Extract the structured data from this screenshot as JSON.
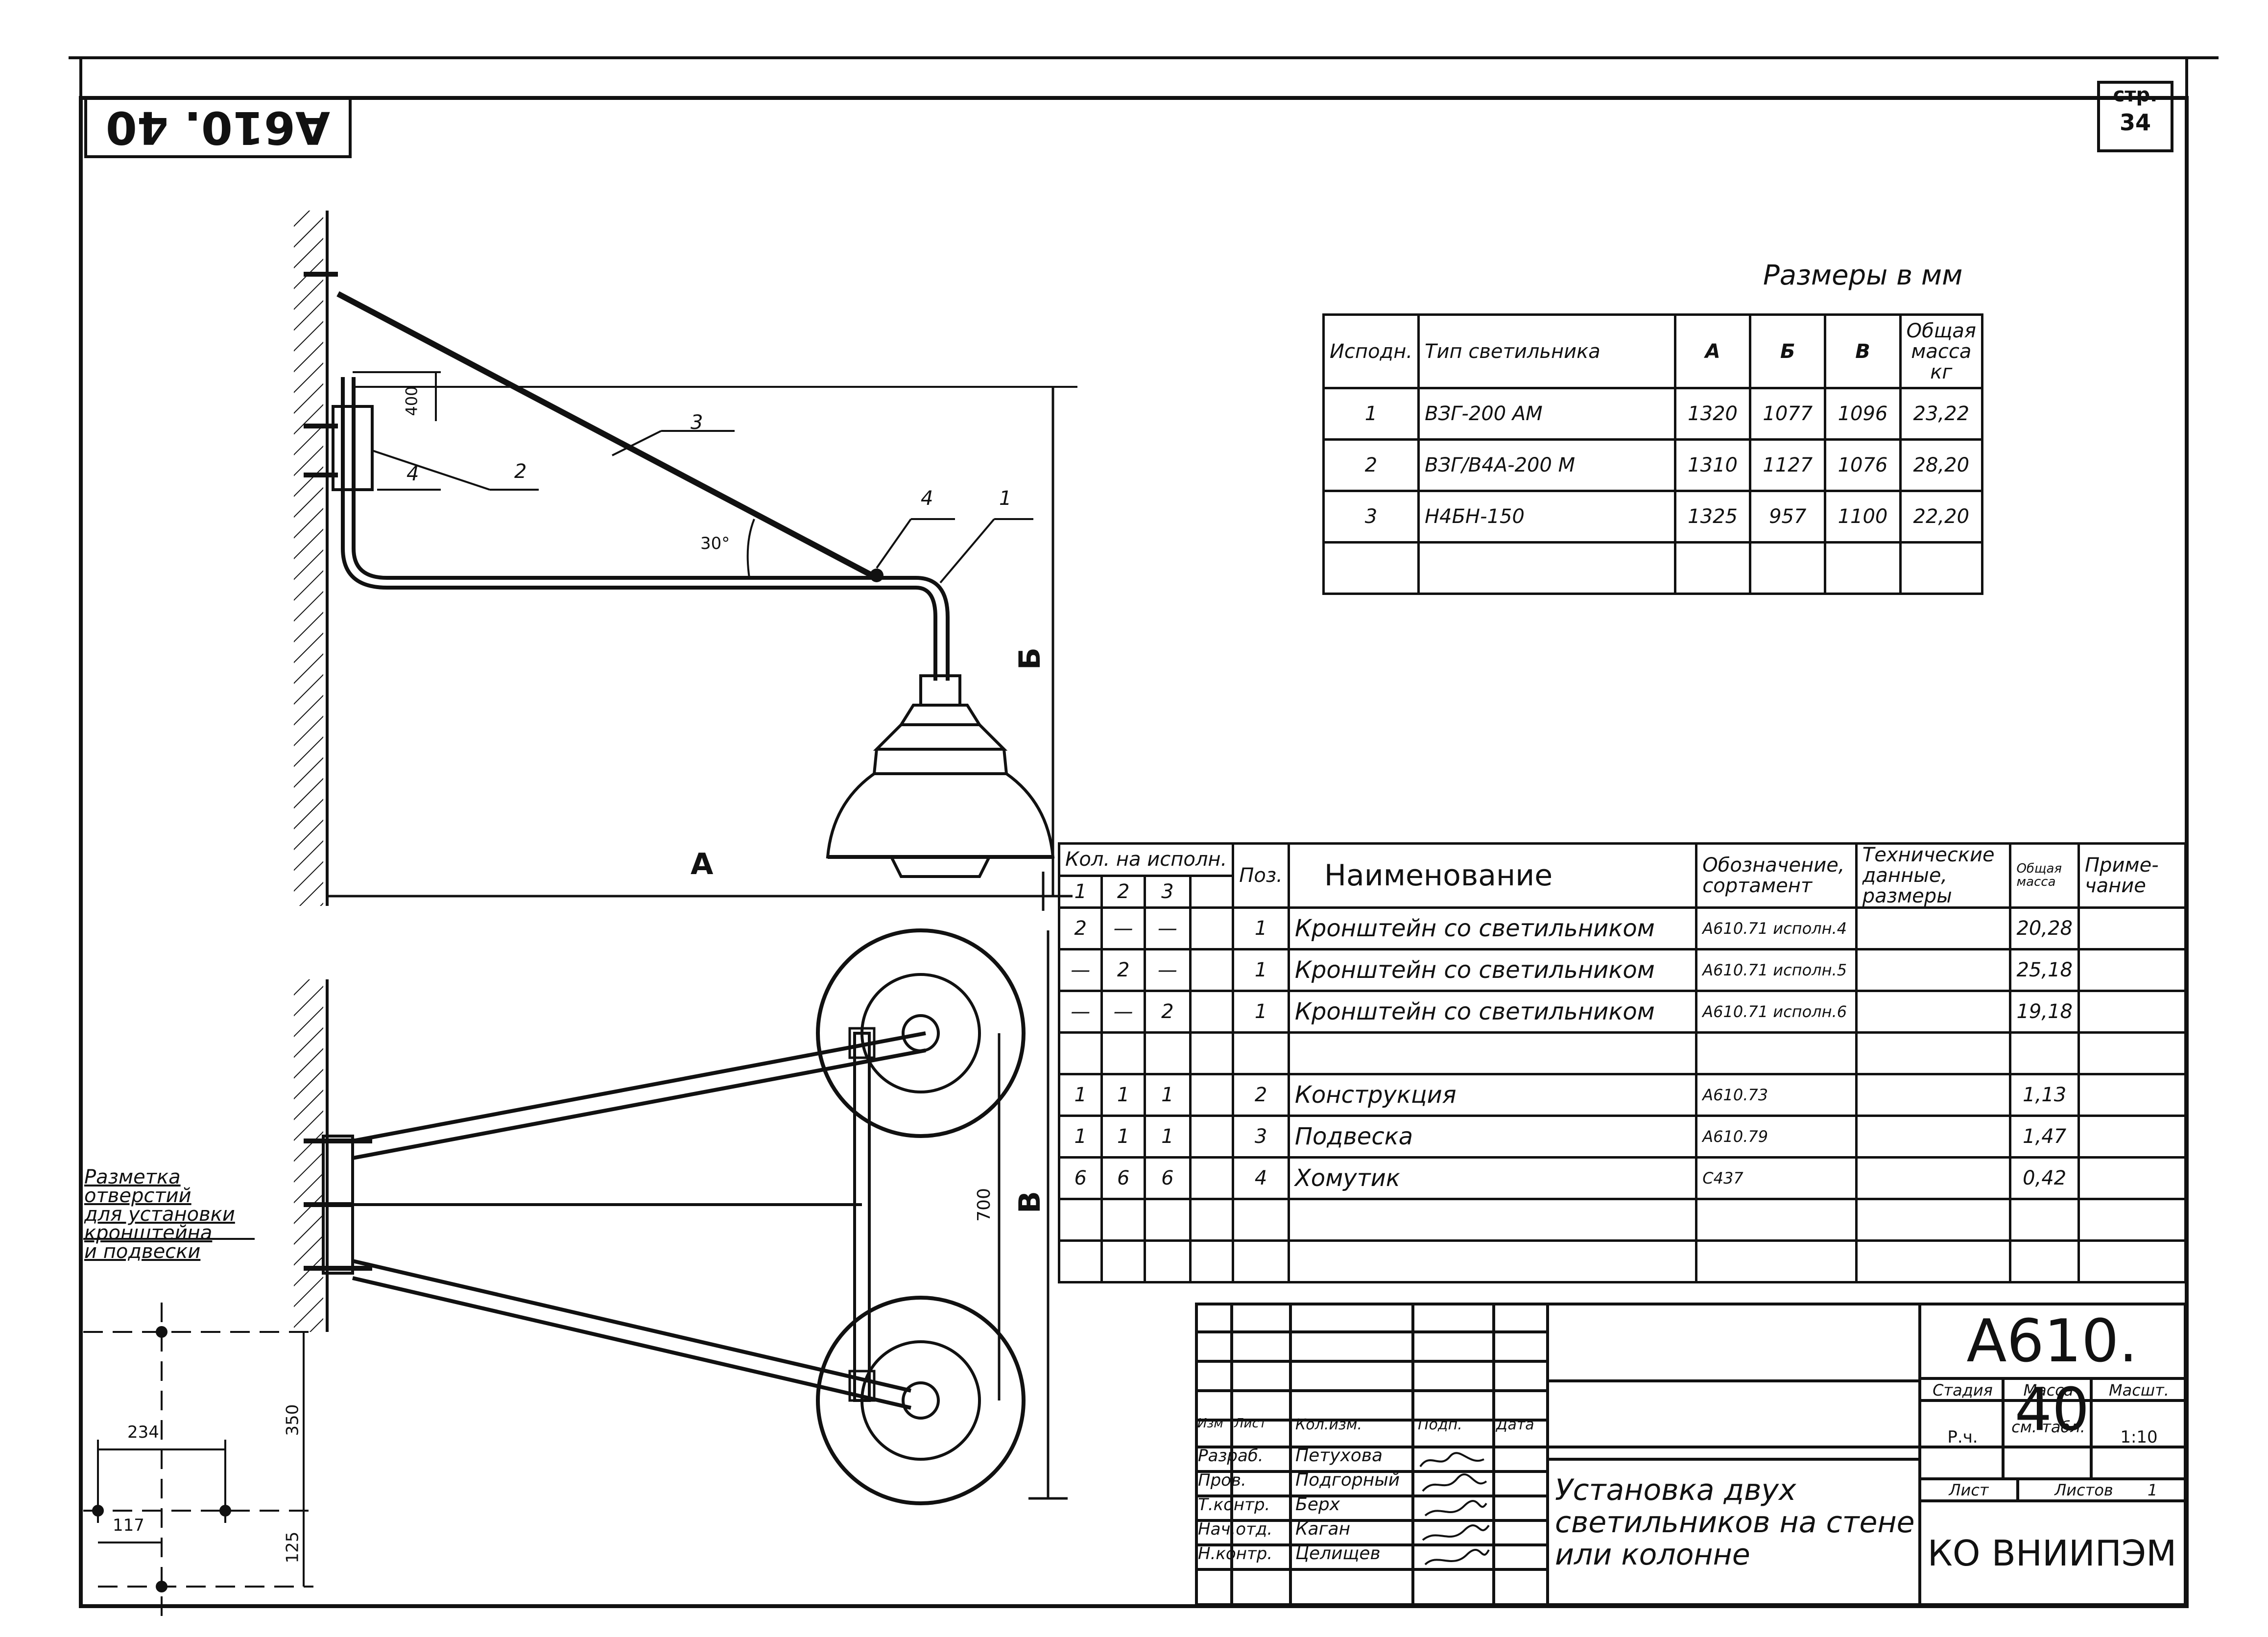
{
  "doc": {
    "code_stamp": "А610. 40",
    "page_label": "стр.",
    "page_number": "34",
    "dims_note": "Размеры в мм"
  },
  "variants_table": {
    "headers": [
      "Исподн.",
      "Тип светильника",
      "А",
      "Б",
      "В",
      "Общая масса кг"
    ],
    "rows": [
      [
        "1",
        "ВЗГ-200 АМ",
        "1320",
        "1077",
        "1096",
        "23,22"
      ],
      [
        "2",
        "ВЗГ/В4А-200 М",
        "1310",
        "1127",
        "1076",
        "28,20"
      ],
      [
        "3",
        "Н4БН-150",
        "1325",
        "957",
        "1100",
        "22,20"
      ],
      [
        "",
        "",
        "",
        "",
        "",
        ""
      ]
    ]
  },
  "drawing_labels": {
    "dim_A": "А",
    "dim_B": "Б",
    "dim_V": "В",
    "dim_400": "400",
    "dim_700": "700",
    "dim_234": "234",
    "dim_117": "117",
    "dim_350": "350",
    "dim_125": "125",
    "angle": "30°",
    "pos_1": "1",
    "pos_2": "2",
    "pos_3": "3",
    "pos_4a": "4",
    "pos_4b": "4",
    "markup_note": [
      "Разметка",
      "отверстий",
      "для установки",
      "кронштейна",
      "и подвески"
    ]
  },
  "spec_table": {
    "h_qty": "Кол. на исполн.",
    "h_qty_cols": [
      "1",
      "2",
      "3",
      ""
    ],
    "h_pos": "Поз.",
    "h_name": "Наименование",
    "h_desig": "Обозначение, сортамент",
    "h_tech": "Технические данные, размеры",
    "h_mass": "Общая масса",
    "h_note": "Приме-чание",
    "rows": [
      {
        "q1": "2",
        "q2": "—",
        "q3": "—",
        "q4": "",
        "pos": "1",
        "name": "Кронштейн со светильником",
        "desig": "А610.71 исполн.4",
        "tech": "",
        "mass": "20,28",
        "note": ""
      },
      {
        "q1": "—",
        "q2": "2",
        "q3": "—",
        "q4": "",
        "pos": "1",
        "name": "Кронштейн со светильником",
        "desig": "А610.71 исполн.5",
        "tech": "",
        "mass": "25,18",
        "note": ""
      },
      {
        "q1": "—",
        "q2": "—",
        "q3": "2",
        "q4": "",
        "pos": "1",
        "name": "Кронштейн со светильником",
        "desig": "А610.71 исполн.6",
        "tech": "",
        "mass": "19,18",
        "note": ""
      },
      {
        "q1": "",
        "q2": "",
        "q3": "",
        "q4": "",
        "pos": "",
        "name": "",
        "desig": "",
        "tech": "",
        "mass": "",
        "note": ""
      },
      {
        "q1": "1",
        "q2": "1",
        "q3": "1",
        "q4": "",
        "pos": "2",
        "name": "Конструкция",
        "desig": "А610.73",
        "tech": "",
        "mass": "1,13",
        "note": ""
      },
      {
        "q1": "1",
        "q2": "1",
        "q3": "1",
        "q4": "",
        "pos": "3",
        "name": "Подвеска",
        "desig": "А610.79",
        "tech": "",
        "mass": "1,47",
        "note": ""
      },
      {
        "q1": "6",
        "q2": "6",
        "q3": "6",
        "q4": "",
        "pos": "4",
        "name": "Хомутик",
        "desig": "С437",
        "tech": "",
        "mass": "0,42",
        "note": ""
      },
      {
        "q1": "",
        "q2": "",
        "q3": "",
        "q4": "",
        "pos": "",
        "name": "",
        "desig": "",
        "tech": "",
        "mass": "",
        "note": ""
      },
      {
        "q1": "",
        "q2": "",
        "q3": "",
        "q4": "",
        "pos": "",
        "name": "",
        "desig": "",
        "tech": "",
        "mass": "",
        "note": ""
      }
    ]
  },
  "title_block": {
    "doc_code": "А610. 40",
    "col_izm": "Изм",
    "col_list": "Лист",
    "col_doc": "Кол.изм.",
    "col_sign": "Подп.",
    "col_date": "Дата",
    "roles": [
      {
        "role": "Разраб.",
        "name": "Петухова"
      },
      {
        "role": "Пров.",
        "name": "Подгорный"
      },
      {
        "role": "Т.контр.",
        "name": "Берх"
      },
      {
        "role": "Нач.отд.",
        "name": "Каган"
      },
      {
        "role": "Н.контр.",
        "name": "Целищев"
      }
    ],
    "title": "Установка двух светильников на стене или колонне",
    "stage_label": "Стадия",
    "mass_label": "Масса",
    "scale_label": "Масшт.",
    "stage": "Р.ч.",
    "mass": "см. табл.",
    "scale": "1:10",
    "sheet_label": "Лист",
    "sheets_label": "Листов",
    "sheets": "1",
    "org": "КО ВНИИПЭМ"
  }
}
